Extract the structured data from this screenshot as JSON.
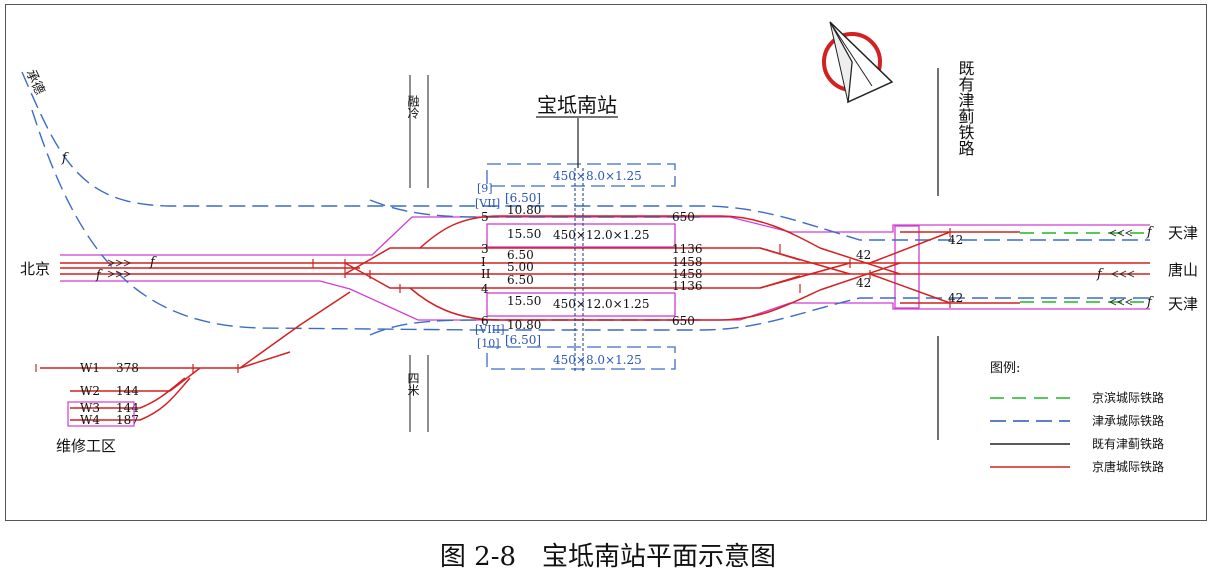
{
  "title": "宝坻南站",
  "caption": "图 2-8　宝坻南站平面示意图",
  "destinations": {
    "left": "北京",
    "right_top": "天津",
    "right_mid": "唐山",
    "right_bottom": "天津"
  },
  "branch_label": "承德",
  "existing_line_label": "既有津蓟铁路",
  "road_label_top": "融冷",
  "road_label_bottom": "四米",
  "depot_label": "维修工区",
  "depot_tracks": [
    {
      "name": "W1",
      "length": "378"
    },
    {
      "name": "W2",
      "length": "144"
    },
    {
      "name": "W3",
      "length": "144"
    },
    {
      "name": "W4",
      "length": "187"
    }
  ],
  "track_numbers": [
    "5",
    "3",
    "I",
    "II",
    "4",
    "6"
  ],
  "blue_tracks": [
    "[9]",
    "[VII]",
    "[VIII]",
    "[10]"
  ],
  "spacings": [
    "10.80",
    "15.50",
    "6.50",
    "5.00",
    "6.50",
    "15.50",
    "10.80"
  ],
  "blue_spacings": [
    "[6.50]",
    "[6.50]"
  ],
  "lengths": [
    "650",
    "1136",
    "1458",
    "1458",
    "1136",
    "650"
  ],
  "platforms": {
    "outer_top": "450×8.0×1.25",
    "inner_top": "450×12.0×1.25",
    "inner_bottom": "450×12.0×1.25",
    "outer_bottom": "450×8.0×1.25"
  },
  "turnout_numbers": [
    "42",
    "42",
    "42",
    "42"
  ],
  "signal_mark": "f",
  "legend": {
    "title": "图例:",
    "items": [
      {
        "label": "京滨城际铁路",
        "color": "#1fb81f"
      },
      {
        "label": "津承城际铁路",
        "color": "#2a55b8"
      },
      {
        "label": "既有津蓟铁路",
        "color": "#222222"
      },
      {
        "label": "京唐城际铁路",
        "color": "#d32020"
      }
    ]
  },
  "colors": {
    "red": "#d32020",
    "blue": "#3c6cc8",
    "magenta": "#d23cd2",
    "green": "#1fb81f",
    "black": "#222222"
  }
}
